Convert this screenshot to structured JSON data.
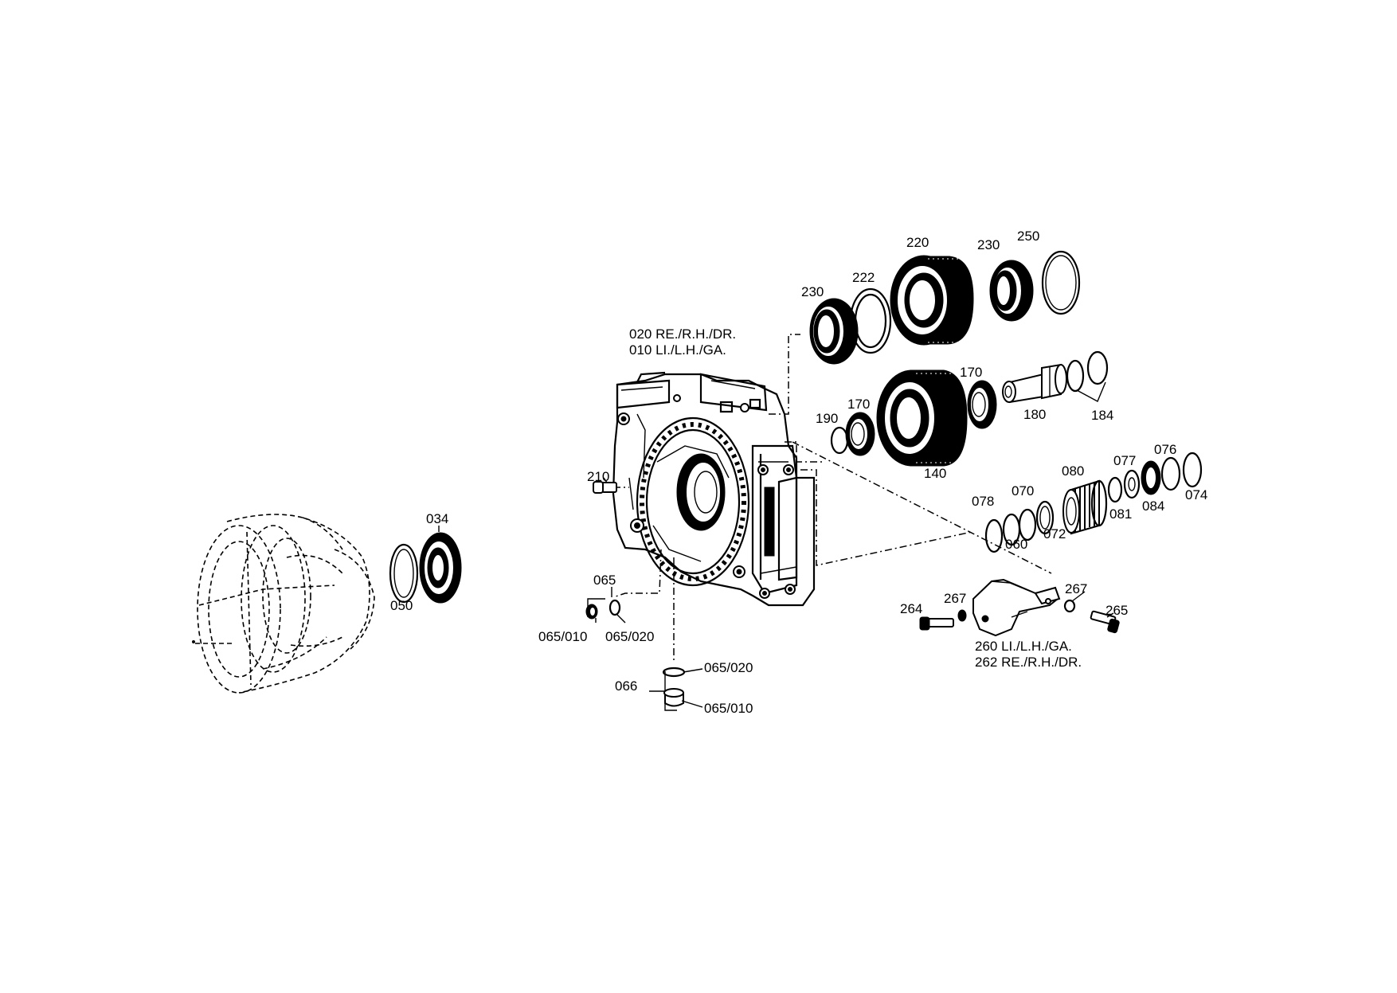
{
  "labels": {
    "p034": "034",
    "p050": "050",
    "housing_rh": "020 RE./R.H./DR.",
    "housing_lh": "010 LI./L.H./GA.",
    "p210": "210",
    "p065": "065",
    "p065_010_a": "065/010",
    "p065_020_a": "065/020",
    "p066": "066",
    "p065_020_b": "065/020",
    "p065_010_b": "065/010",
    "p230_a": "230",
    "p222": "222",
    "p220": "220",
    "p230_b": "230",
    "p250": "250",
    "p190": "190",
    "p170_a": "170",
    "p140": "140",
    "p170_b": "170",
    "p180": "180",
    "p184": "184",
    "p078": "078",
    "p060": "060",
    "p070": "070",
    "p072": "072",
    "p080": "080",
    "p081": "081",
    "p077": "077",
    "p084": "084",
    "p076": "076",
    "p074": "074",
    "p264": "264",
    "p267_a": "267",
    "p267_b": "267",
    "p265": "265",
    "bracket_lh": "260 LI./L.H./GA.",
    "bracket_rh": "262 RE./R.H./DR."
  }
}
